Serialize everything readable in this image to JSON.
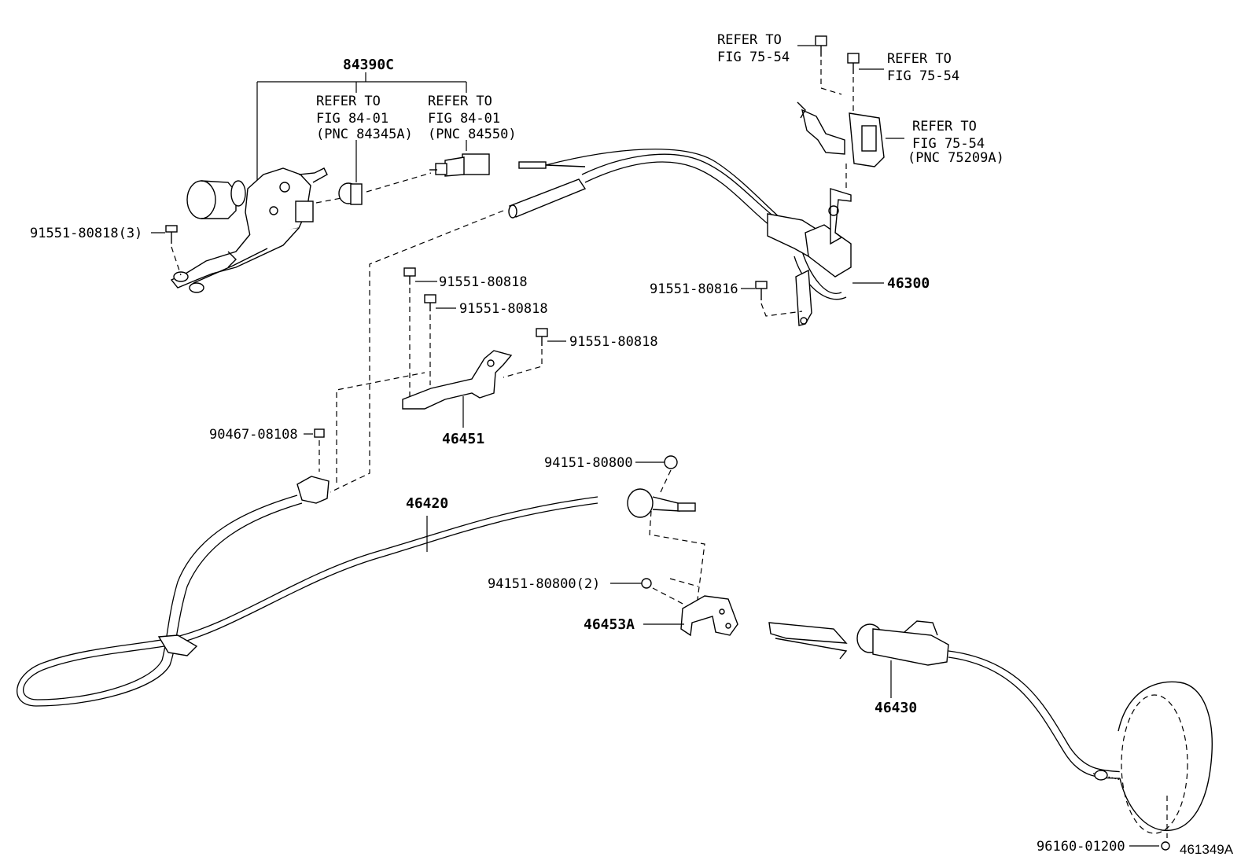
{
  "labels": {
    "assy_84390c": "84390C",
    "refer_a_1": "REFER TO",
    "refer_a_2": "FIG 84-01",
    "refer_a_3": "(PNC 84345A)",
    "refer_b_1": "REFER TO",
    "refer_b_2": "FIG 84-01",
    "refer_b_3": "(PNC 84550)",
    "bolt_3": "91551-80818(3)",
    "refer_c_1": "REFER TO",
    "refer_c_2": "FIG 75-54",
    "refer_d_1": "REFER TO",
    "refer_d_2": "FIG 75-54",
    "refer_e_1": "REFER TO",
    "refer_e_2": "FIG 75-54",
    "refer_e_3": "(PNC 75209A)",
    "part_46300": "46300",
    "bolt_80816": "91551-80816",
    "bolt_a": "91551-80818",
    "bolt_b": "91551-80818",
    "bolt_c": "91551-80818",
    "part_46451": "46451",
    "clip_90467": "90467-08108",
    "nut_94151": "94151-80800",
    "part_46420": "46420",
    "nut_94151_2": "94151-80800(2)",
    "part_46453a": "46453A",
    "part_46430": "46430",
    "pin_96160": "96160-01200",
    "figure_id": "461349A"
  }
}
